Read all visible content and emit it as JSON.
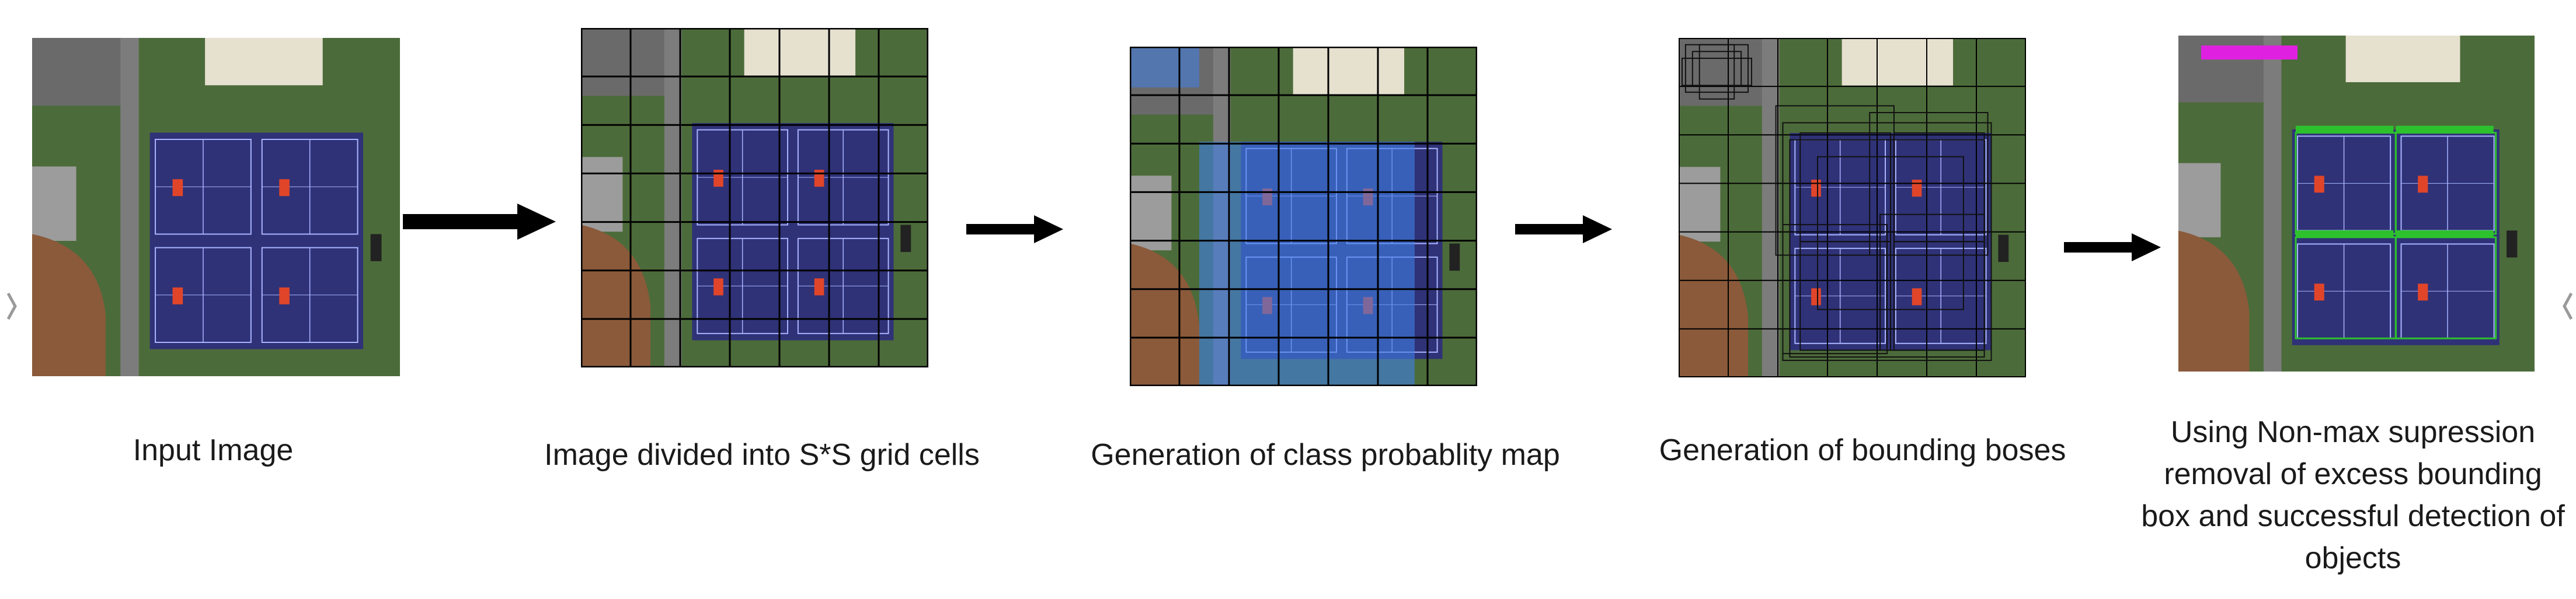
{
  "steps": [
    {
      "caption": "Input Image"
    },
    {
      "caption": "Image divided into S*S grid cells"
    },
    {
      "caption": "Generation of class probablity map"
    },
    {
      "caption": "Generation of bounding boses"
    },
    {
      "caption": "Using Non-max supression removal of excess bounding box and successful detection of objects"
    }
  ],
  "colors": {
    "grass": "#4c6b3a",
    "court": "#2f3277",
    "court_line": "#aab4ff",
    "roof": "#e6e0cf",
    "road": "#7c7c7c",
    "dirt": "#8a5a3a",
    "overlay_blue": "#3f7fe6",
    "detect_green": "#2ec12e",
    "detect_magenta": "#e020e0"
  },
  "icons": [
    "arrow-right-icon"
  ]
}
